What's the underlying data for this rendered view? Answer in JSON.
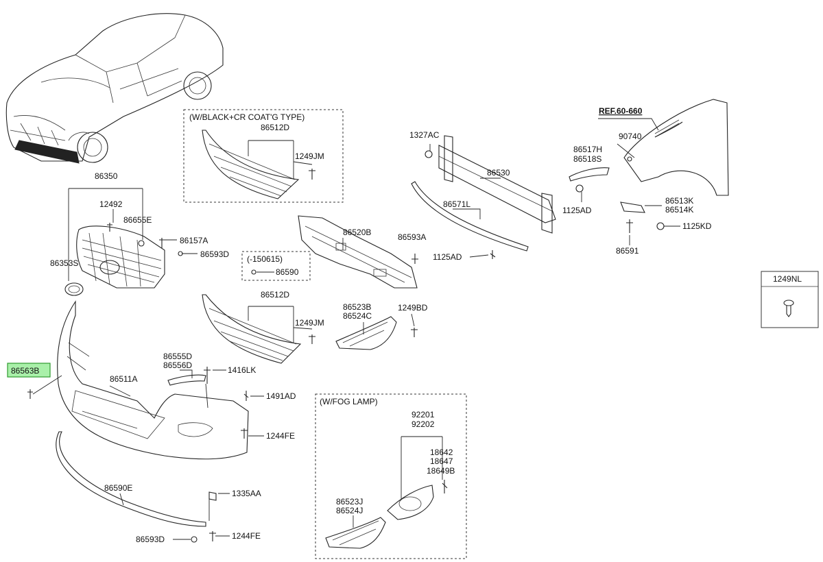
{
  "box_labels": {
    "black_cr": "(W/BLACK+CR COAT'G TYPE)",
    "fog_lamp": "(W/FOG LAMP)",
    "date_code": "(-150615)"
  },
  "ref_label": "REF.60-660",
  "legend": {
    "part": "1249NL"
  },
  "callouts": {
    "p86350": "86350",
    "p12492": "12492",
    "p86655E": "86655E",
    "p86353S": "86353S",
    "p86157A": "86157A",
    "p86593D_top": "86593D",
    "p86590": "86590",
    "p86512D_top": "86512D",
    "p1249JM_top": "1249JM",
    "p1327AC": "1327AC",
    "p86530": "86530",
    "p86571L": "86571L",
    "p1125AD_mid": "1125AD",
    "p86520B": "86520B",
    "p86593A": "86593A",
    "p86517H": "86517H",
    "p86518S": "86518S",
    "p90740": "90740",
    "p1125AD_right": "1125AD",
    "p86513K": "86513K",
    "p86514K": "86514K",
    "p1125KD": "1125KD",
    "p86591": "86591",
    "p86512D_mid": "86512D",
    "p1249JM_mid": "1249JM",
    "p86523B": "86523B",
    "p86524C": "86524C",
    "p1249BD": "1249BD",
    "p86563B": "86563B",
    "p86555D": "86555D",
    "p86556D": "86556D",
    "p1416LK": "1416LK",
    "p86511A": "86511A",
    "p1491AD": "1491AD",
    "p1244FE_top": "1244FE",
    "p86590E": "86590E",
    "p1335AA": "1335AA",
    "p1244FE_bottom": "1244FE",
    "p86593D_bottom": "86593D",
    "p92201": "92201",
    "p92202": "92202",
    "p18642": "18642",
    "p18647": "18647",
    "p18649B": "18649B",
    "p86523J": "86523J",
    "p86524J": "86524J"
  },
  "highlight": {
    "color": "#a9f0a9",
    "border": "#2e9a2e"
  }
}
